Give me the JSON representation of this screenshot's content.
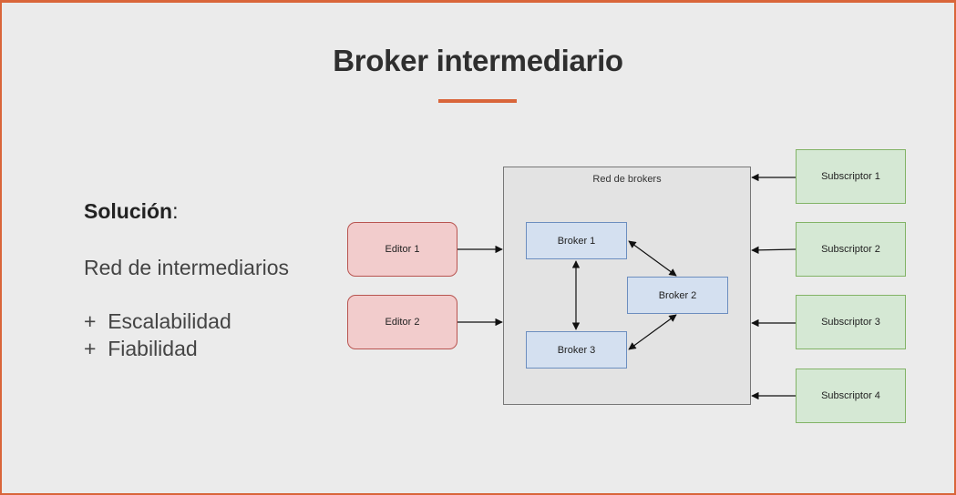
{
  "slide": {
    "title": "Broker intermediario",
    "solution_label": "Solución",
    "solution_colon": ":",
    "lines": [
      "Red de intermediarios",
      "+  Escalabilidad",
      "+  Fiabilidad"
    ]
  },
  "diagram": {
    "network_label": "Red de brokers",
    "editors": [
      "Editor 1",
      "Editor 2"
    ],
    "brokers": [
      "Broker 1",
      "Broker 2",
      "Broker 3"
    ],
    "subscribers": [
      "Subscriptor 1",
      "Subscriptor 2",
      "Subscriptor 3",
      "Subscriptor 4"
    ]
  },
  "colors": {
    "accent": "#d9653a",
    "editor_fill": "#f2cccc",
    "broker_fill": "#d4e0f0",
    "subscriber_fill": "#d5e8d4"
  }
}
